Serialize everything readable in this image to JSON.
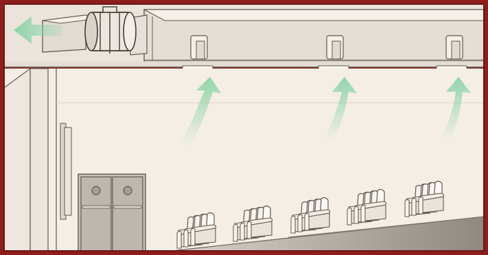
{
  "illustration": {
    "subject": "theater-ceiling-extraction-ventilation",
    "colors": {
      "frame": "#8c1f1c",
      "wall": "#f4eee4",
      "ceiling_duct": "#dcd6cd",
      "line": "#5e5850",
      "airflow_arrow": "#8dd3a8",
      "door": "#b7b1a9",
      "floor": "#a9a39b"
    },
    "icons": {
      "exhaust_arrow": "left-arrow-icon",
      "fan": "inline-duct-fan-icon",
      "grille": "ceiling-extract-grille-icon",
      "airflow": "upward-airflow-arrow-icon"
    },
    "grille_count": 3,
    "seat_rows": 5
  }
}
